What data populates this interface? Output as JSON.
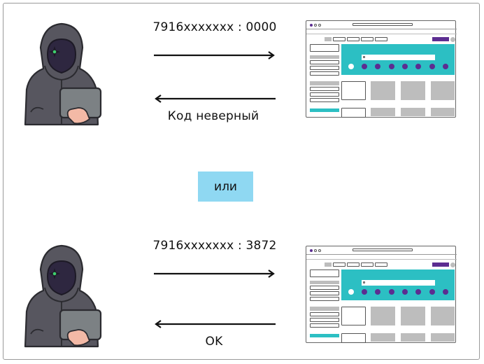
{
  "top_exchange": {
    "request_text": "7916xxxxxxx : 0000",
    "response_text": "Код неверный"
  },
  "separator": {
    "label": "или"
  },
  "bottom_exchange": {
    "request_text": "7916xxxxxxx : 3872",
    "response_text": "OK"
  },
  "colors": {
    "teal": "#2cbfc3",
    "purple": "#5c2d91",
    "separator_bg": "#8fd8f2",
    "hoodie": "#57565f"
  }
}
